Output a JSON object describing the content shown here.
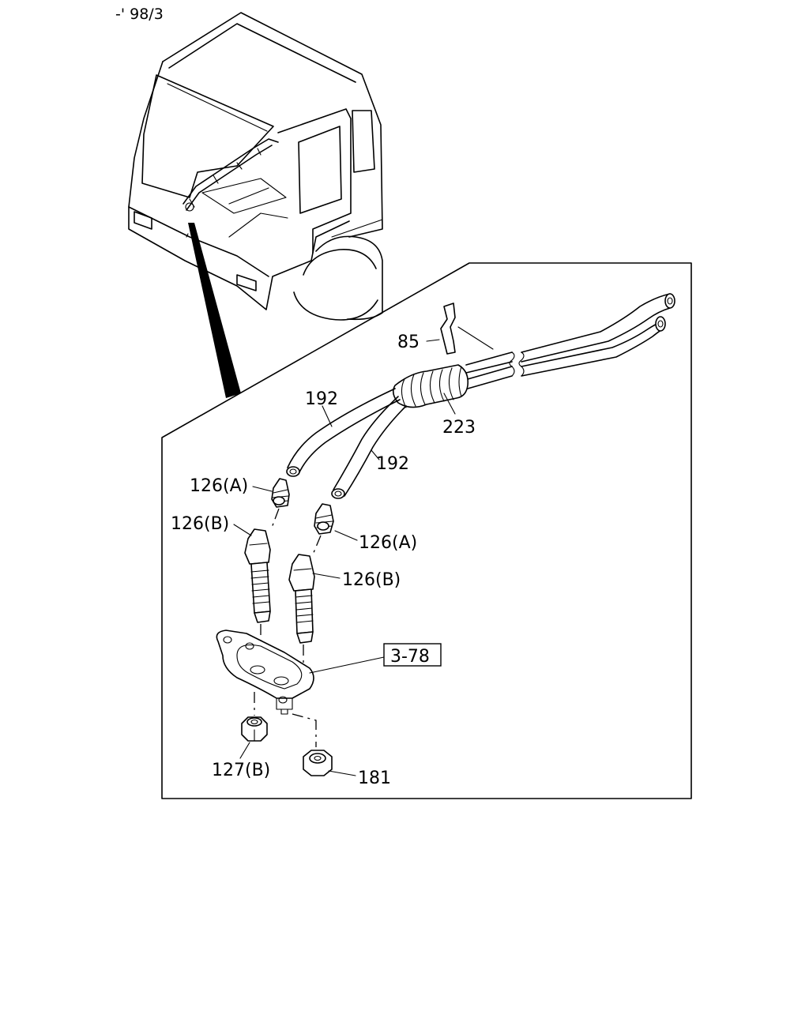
{
  "header": {
    "range_code": "-' 98/3"
  },
  "labels": {
    "p85": "85",
    "p192_upper": "192",
    "p192_lower": "192",
    "p223": "223",
    "p126a_left": "126(A)",
    "p126b_left": "126(B)",
    "p126a_right": "126(A)",
    "p126b_right": "126(B)",
    "ref_3_78": "3-78",
    "p127b": "127(B)",
    "p181": "181"
  }
}
